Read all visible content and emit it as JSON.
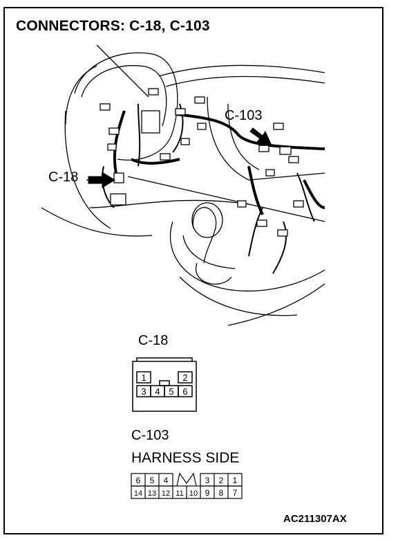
{
  "title": "CONNECTORS: C-18, C-103",
  "callouts": {
    "c18": "C-18",
    "c103": "C-103"
  },
  "connector_c18": {
    "label": "C-18",
    "pins_top": [
      "1",
      "2"
    ],
    "pins_bottom": [
      "3",
      "4",
      "5",
      "6"
    ]
  },
  "connector_c103": {
    "label": "C-103",
    "side_label": "HARNESS SIDE",
    "pins_top": [
      "6",
      "5",
      "4",
      "3",
      "2",
      "1"
    ],
    "pins_bottom": [
      "14",
      "13",
      "12",
      "11",
      "10",
      "9",
      "8",
      "7"
    ]
  },
  "figure_code": "AC211307AX"
}
